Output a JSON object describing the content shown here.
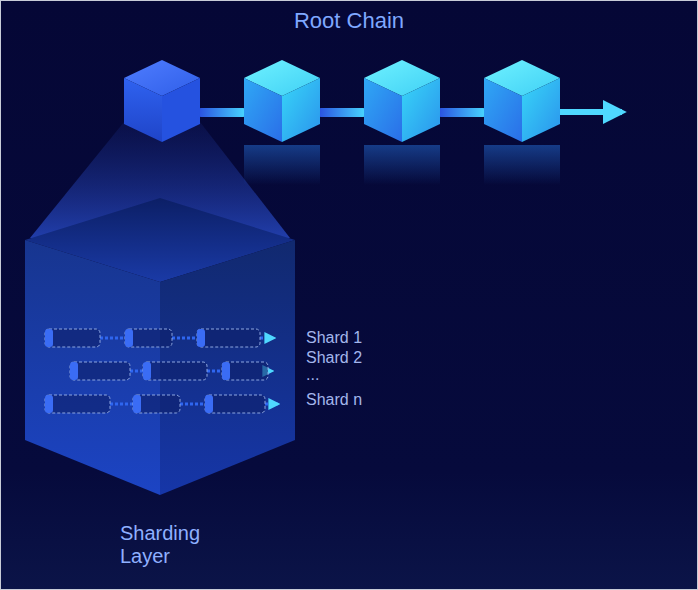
{
  "diagram": {
    "title": "Root Chain",
    "nodes": [
      {
        "text": [
          "Sharding Layer"
        ]
      }
    ],
    "labels": [
      "Shard 1",
      "Shard 2",
      "...",
      "Shard n"
    ]
  }
}
